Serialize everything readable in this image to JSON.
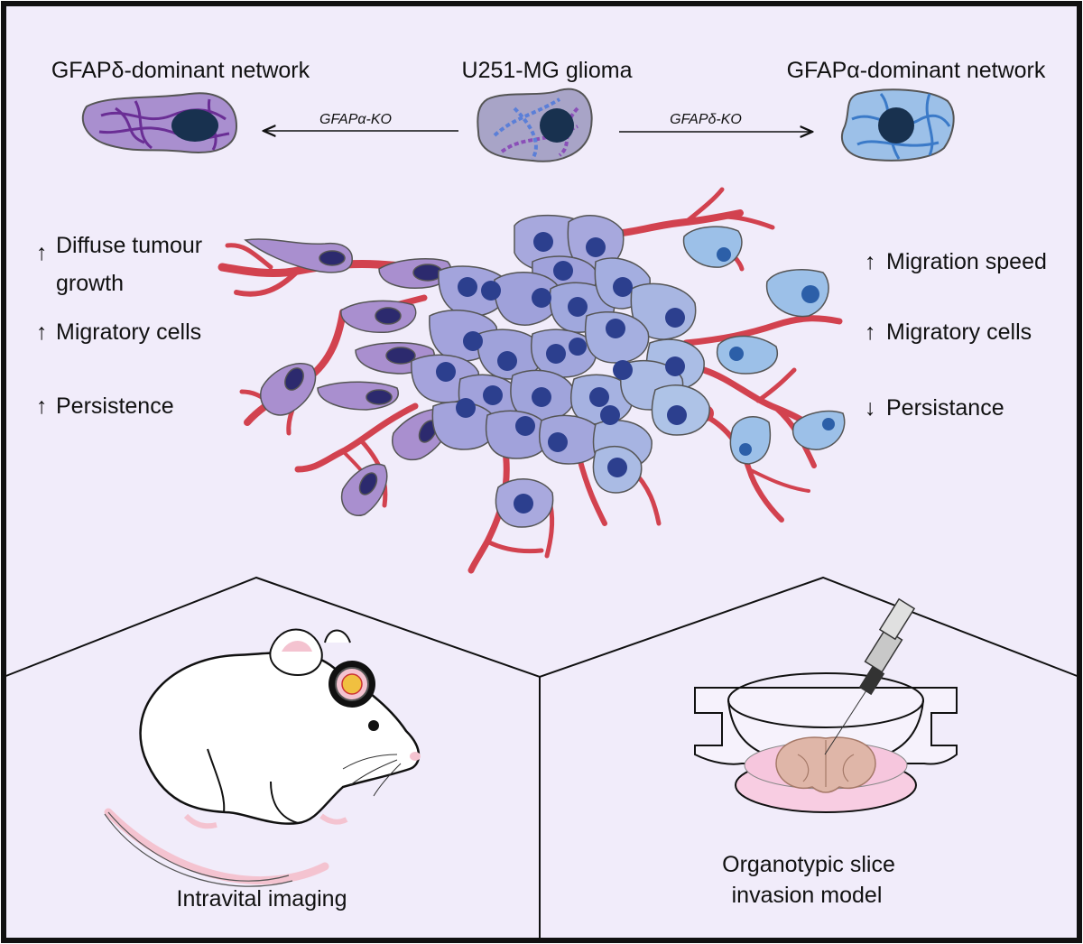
{
  "header": {
    "left_title": "GFAPδ-dominant network",
    "center_title": "U251-MG glioma",
    "right_title": "GFAPα-dominant network",
    "left_arrow_label": "GFAPα-KO",
    "right_arrow_label": "GFAPδ-KO"
  },
  "left_effects": {
    "item1_line1": "Diffuse tumour",
    "item1_line2": "growth",
    "item2": "Migratory cells",
    "item3": "Persistence",
    "arrow_up": "↑"
  },
  "right_effects": {
    "item1": "Migration speed",
    "item2": "Migratory cells",
    "item3": "Persistance",
    "arrow_up": "↑",
    "arrow_down": "↓"
  },
  "bottom": {
    "left_caption": "Intravital imaging",
    "right_caption_line1": "Organotypic slice",
    "right_caption_line2": "invasion model"
  },
  "colors": {
    "background": "#f1ecfa",
    "delta_cell": "#a98fcf",
    "alpha_cell": "#9cc0e8",
    "tumour_cell": "#a5a6dd",
    "nucleus": "#2c3f8e",
    "vessel": "#d2424f"
  },
  "icons": [
    "mouse-icon",
    "cranial-window-icon",
    "petri-dish-icon",
    "pipette-icon",
    "brain-slice-icon"
  ]
}
